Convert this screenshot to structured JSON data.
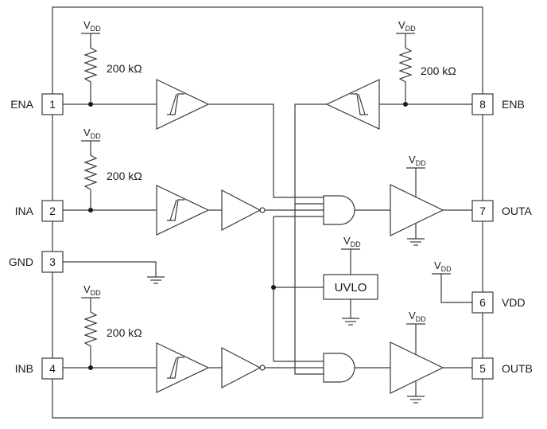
{
  "pins": [
    {
      "number": "1",
      "name": "ENA"
    },
    {
      "number": "2",
      "name": "INA"
    },
    {
      "number": "3",
      "name": "GND"
    },
    {
      "number": "4",
      "name": "INB"
    },
    {
      "number": "5",
      "name": "OUTB"
    },
    {
      "number": "6",
      "name": "VDD"
    },
    {
      "number": "7",
      "name": "OUTA"
    },
    {
      "number": "8",
      "name": "ENB"
    }
  ],
  "supply_label": {
    "main": "V",
    "sub": "DD"
  },
  "resistor_value": "200 kΩ",
  "uvlo_label": "UVLO"
}
